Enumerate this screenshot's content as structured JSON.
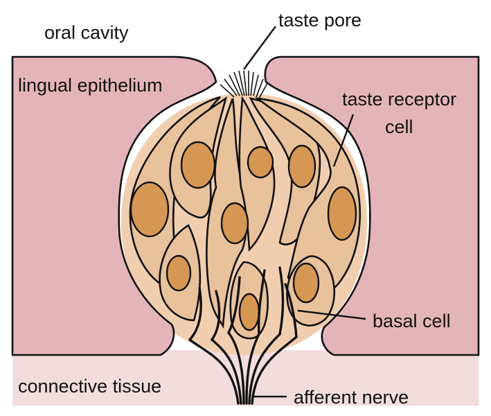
{
  "labels": {
    "oral_cavity": "oral cavity",
    "taste_pore": "taste pore",
    "lingual_epithelium": "lingual epithelium",
    "taste_receptor_cell_line1": "taste receptor",
    "taste_receptor_cell_line2": "cell",
    "basal_cell": "basal cell",
    "connective_tissue": "connective tissue",
    "afferent_nerve": "afferent nerve"
  },
  "colors": {
    "epithelium": "#e4b5b8",
    "connective_tissue": "#f2dcdc",
    "taste_bud": "#f0cfb0",
    "cell": "#e8c29b",
    "nucleus": "#d69654",
    "outline": "#111111"
  }
}
